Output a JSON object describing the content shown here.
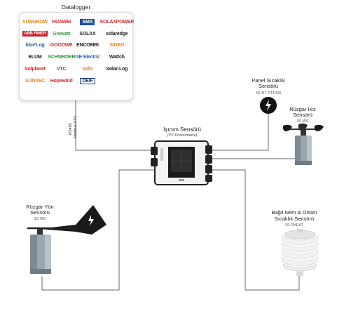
{
  "datalogger": {
    "title": "Datalogger",
    "brands": [
      {
        "name": "SUNGROW",
        "style": "b-orange"
      },
      {
        "name": "HUAWEI",
        "style": "b-red"
      },
      {
        "name": "SMA",
        "style": "b-boxblue"
      },
      {
        "name": "SOLAXPOWER",
        "style": "b-red"
      },
      {
        "name": "ABB FIMER",
        "style": "b-boxred"
      },
      {
        "name": "Growatt",
        "style": "b-green"
      },
      {
        "name": "SOLAX",
        "style": "b-dark"
      },
      {
        "name": "solaredge",
        "style": "b-dark"
      },
      {
        "name": "blue'Log",
        "style": "b-blue"
      },
      {
        "name": "GOODWE",
        "style": "b-red"
      },
      {
        "name": "ENCOMBI",
        "style": "b-dark"
      },
      {
        "name": "SINEO",
        "style": "b-orange"
      },
      {
        "name": "ELUM",
        "style": "b-dark"
      },
      {
        "name": "SCHNEIDER",
        "style": "b-green"
      },
      {
        "name": "GE Electric",
        "style": "b-blue"
      },
      {
        "name": "Wattch",
        "style": "b-dark"
      },
      {
        "name": "Solplanet",
        "style": "b-red"
      },
      {
        "name": "VTC",
        "style": "b-blue"
      },
      {
        "name": "solis",
        "style": "b-orange"
      },
      {
        "name": "Solar-Log",
        "style": "b-dark"
      },
      {
        "name": "SUNVEC",
        "style": "b-orange"
      },
      {
        "name": "Hopewind",
        "style": "b-red"
      },
      {
        "name": "DEIF",
        "style": "b-boxnavy"
      }
    ]
  },
  "connection": {
    "line1": "RS485",
    "line2": "Modbus RTU"
  },
  "irradiance_sensor": {
    "title": "Işınım Sensörü",
    "subtitle": "(PV Piranometre)"
  },
  "panel_temp_sensor": {
    "title_line1": "Panel Sıcaklık",
    "title_line2": "Sensörü",
    "model": "3S-MT-PT1000"
  },
  "wind_speed_sensor": {
    "title_line1": "Rüzgar Hız",
    "title_line2": "Sensörü",
    "model": "3S-WS"
  },
  "wind_direction_sensor": {
    "title_line1": "Rüzgar Yön",
    "title_line2": "Sensörü",
    "model": "3S-WD"
  },
  "humidity_temp_sensor": {
    "title_line1": "Bağıl Nem & Ortam",
    "title_line2": "Sıcaklık Sensörü",
    "model": "3S-RHEAT"
  }
}
